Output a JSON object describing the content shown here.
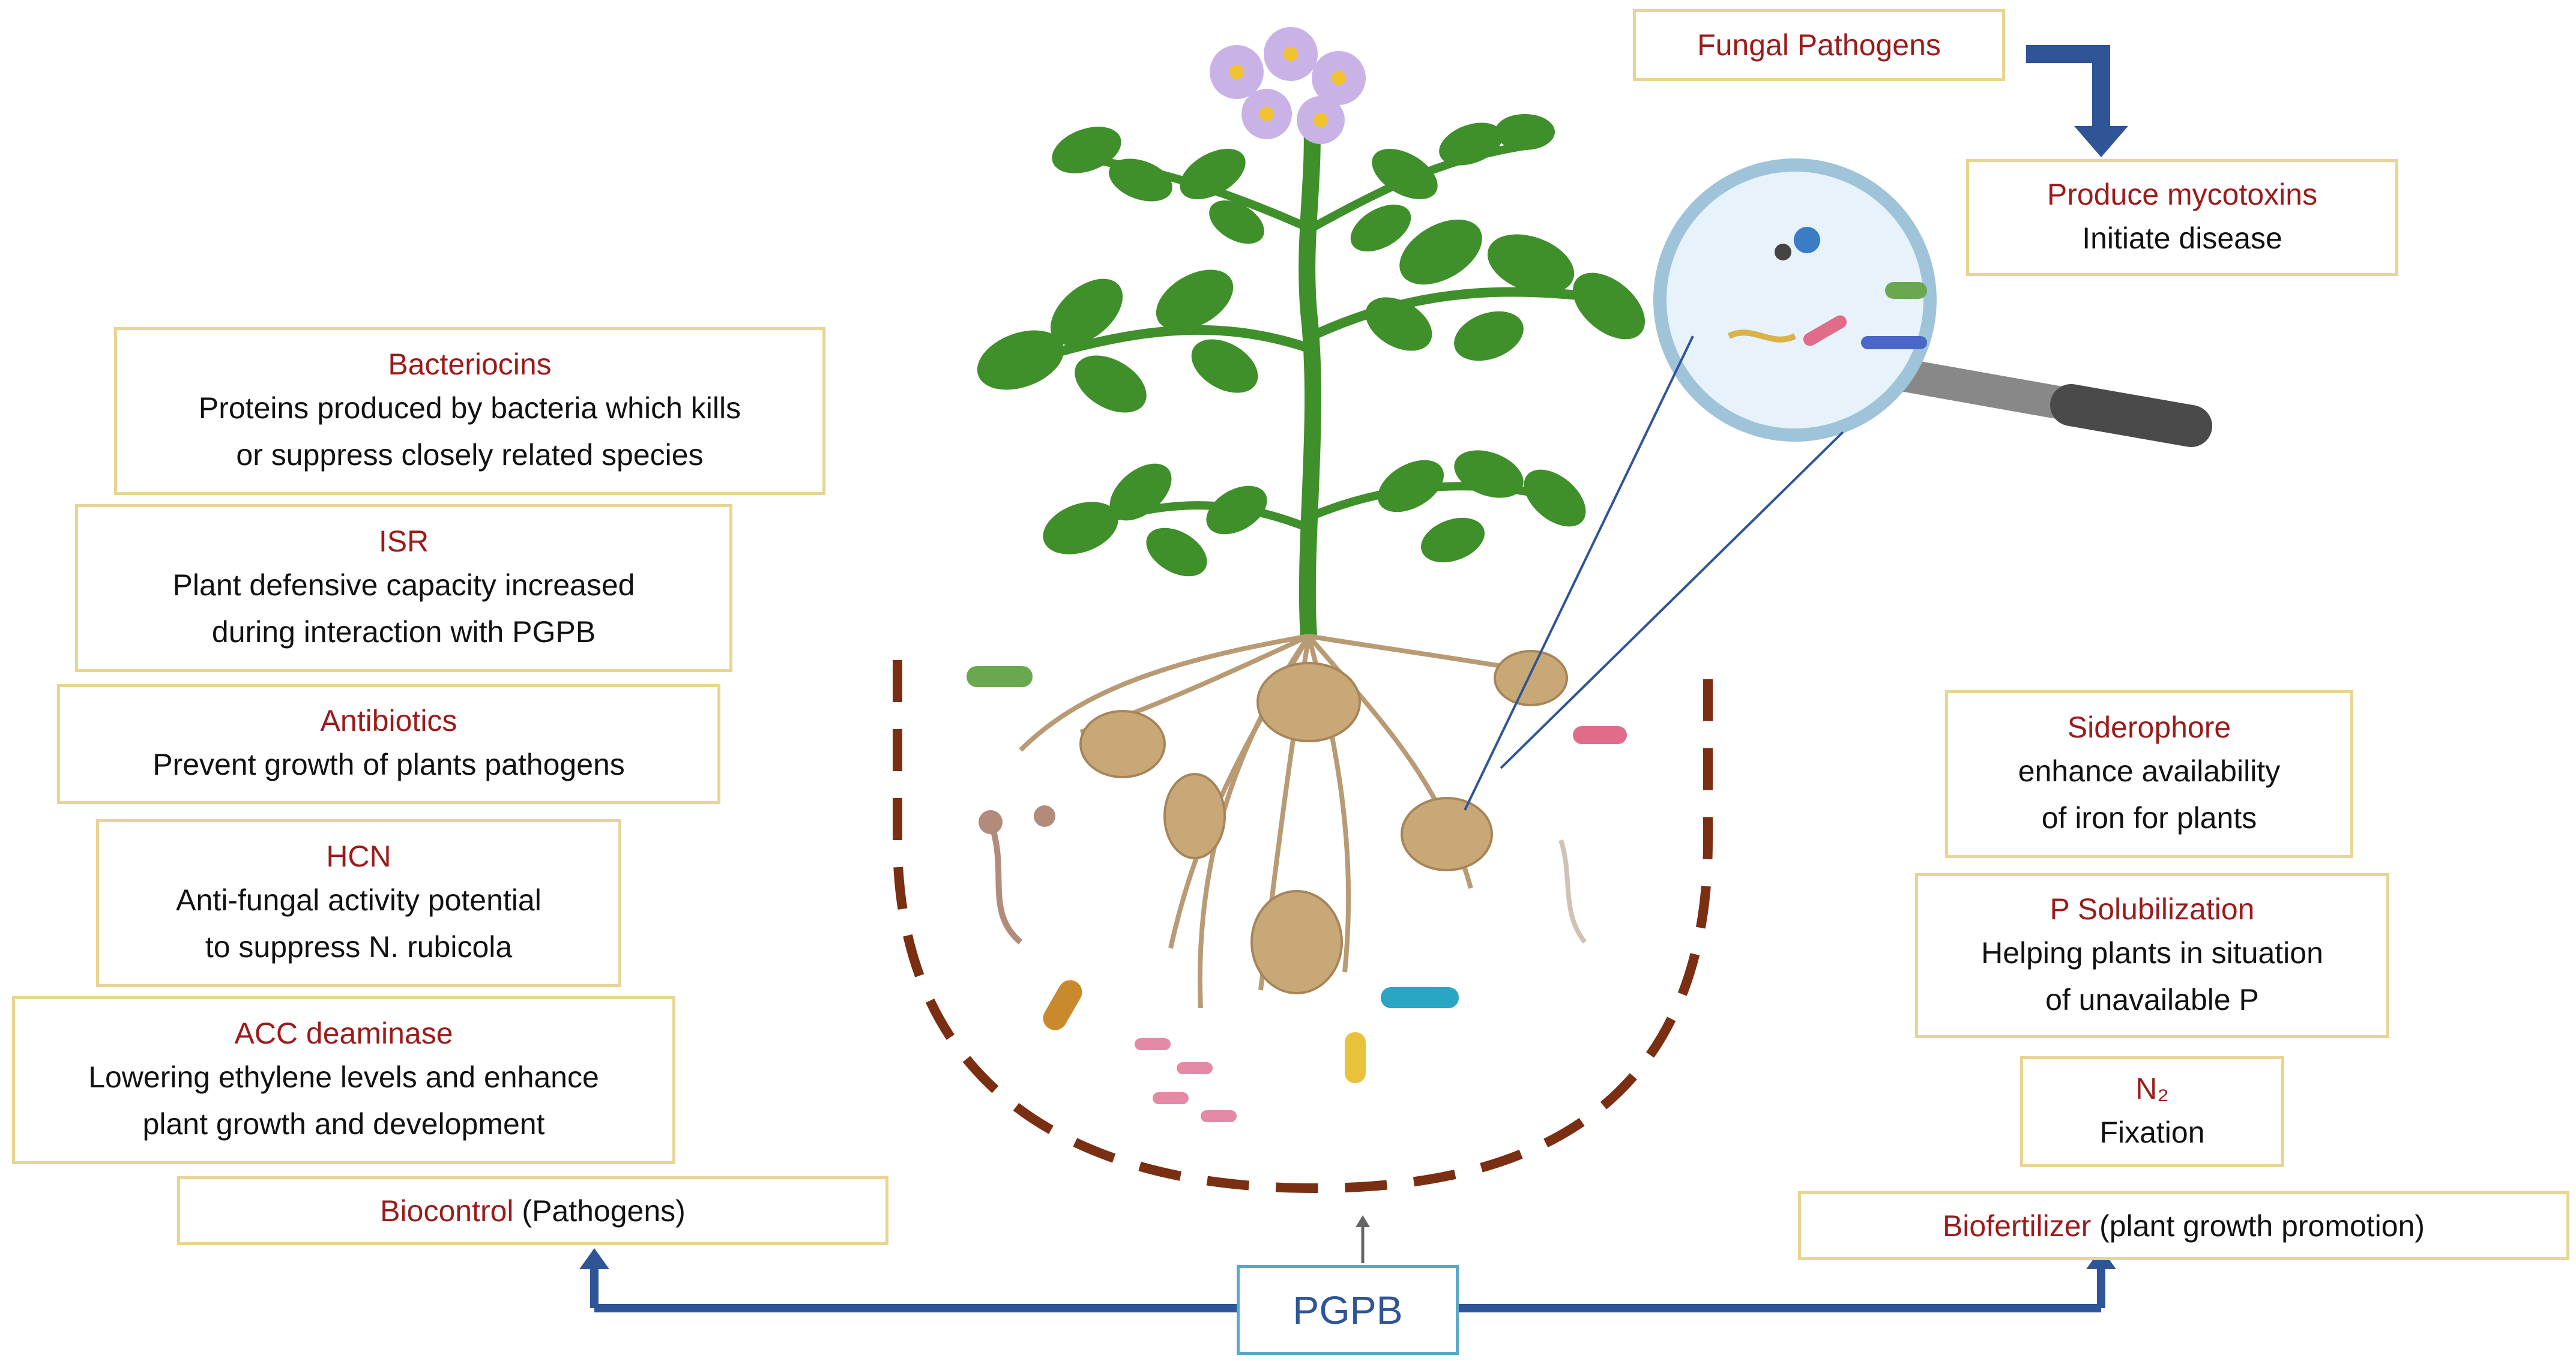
{
  "fungal": {
    "title": "Fungal Pathogens"
  },
  "mycotoxins": {
    "title": "Produce mycotoxins",
    "desc": "Initiate disease"
  },
  "left_boxes": [
    {
      "title": "Bacteriocins",
      "lines": [
        "Proteins produced by bacteria which kills",
        "or suppress closely related species"
      ]
    },
    {
      "title": "ISR",
      "lines": [
        "Plant defensive capacity increased",
        "during interaction with PGPB"
      ]
    },
    {
      "title": "Antibiotics",
      "lines": [
        "Prevent growth of plants pathogens"
      ]
    },
    {
      "title": "HCN",
      "lines": [
        "Anti-fungal activity potential",
        "to suppress N. rubicola"
      ]
    },
    {
      "title": "ACC deaminase",
      "lines": [
        "Lowering ethylene levels and enhance",
        "plant growth and development"
      ]
    }
  ],
  "biocontrol": {
    "label_red": "Biocontrol",
    "label_black": "(Pathogens)"
  },
  "right_boxes": [
    {
      "title": "Siderophore",
      "lines": [
        "enhance availability",
        "of iron for plants"
      ]
    },
    {
      "title": "P Solubilization",
      "lines": [
        "Helping plants in situation",
        "of unavailable P"
      ]
    },
    {
      "title": "N₂",
      "lines": [
        "Fixation"
      ]
    }
  ],
  "biofertilizer": {
    "label_red": "Biofertilizer",
    "label_black": "(plant growth promotion)"
  },
  "center": {
    "label": "PGPB"
  },
  "colors": {
    "title_red": "#9b1b1b",
    "box_border": "#e8d592",
    "arrow_blue": "#2f5597",
    "soil_brown": "#7a2e12",
    "leaf_green": "#3f8f2a"
  }
}
